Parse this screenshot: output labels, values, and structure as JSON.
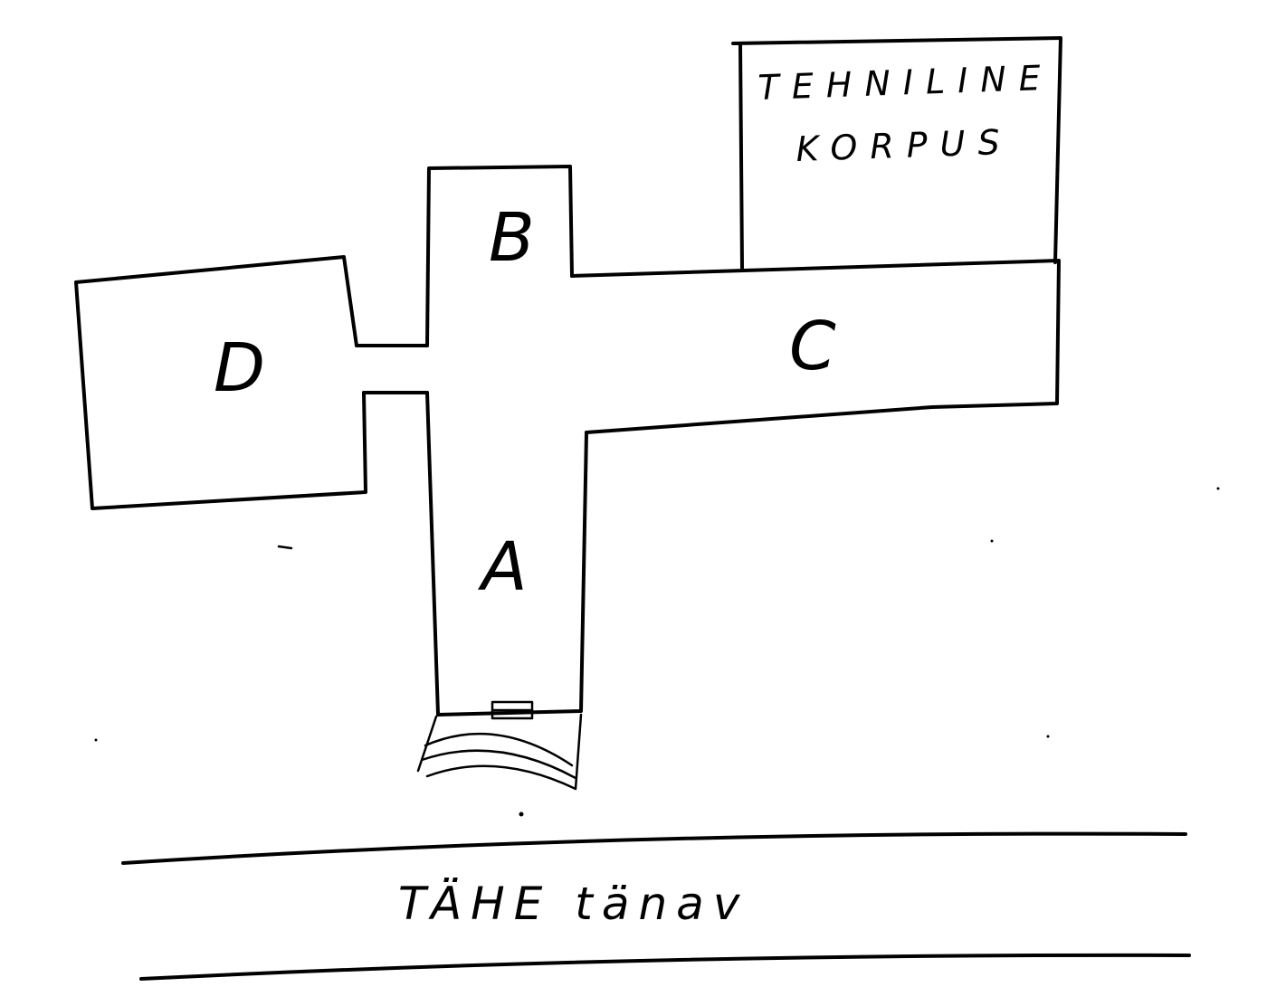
{
  "diagram": {
    "building_labels": {
      "a": "A",
      "b": "B",
      "c": "C",
      "d": "D"
    },
    "technical_building": {
      "line1": "TEHNILINE",
      "line2": "KORPUS"
    },
    "street": {
      "label": "TÄHE tänav"
    },
    "colors": {
      "ink": "#000000",
      "paper": "#ffffff"
    }
  }
}
